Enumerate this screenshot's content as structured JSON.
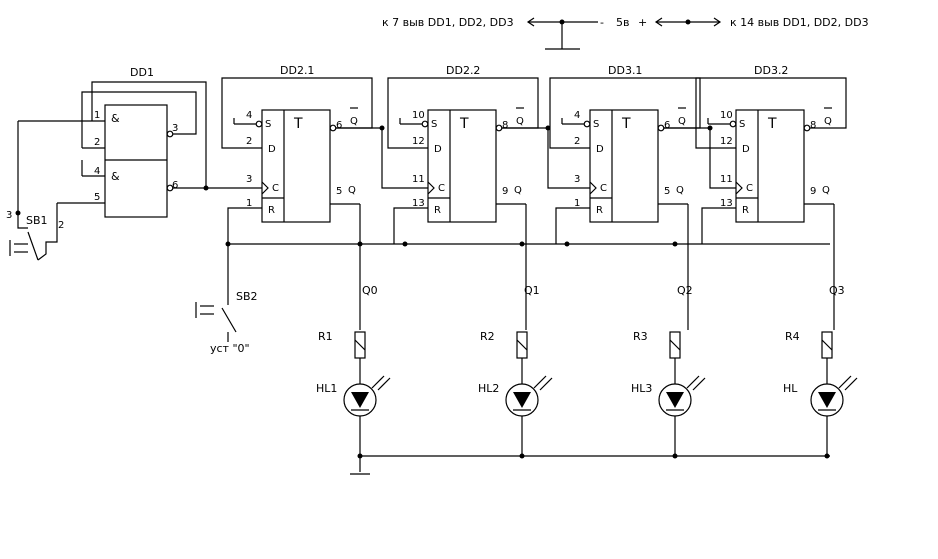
{
  "power": {
    "left_label": "к 7 выв DD1, DD2, DD3",
    "minus": "-",
    "voltage": "5в",
    "plus": "+",
    "right_label": "к 14 выв DD1, DD2, DD3"
  },
  "dd1": {
    "title": "DD1",
    "gate_symbol": "&",
    "gate1_pins": [
      "1",
      "2",
      "3"
    ],
    "gate2_pins": [
      "4",
      "5",
      "6"
    ]
  },
  "flipflop_labels": {
    "S": "S",
    "D": "D",
    "C": "C",
    "R": "R",
    "T": "T",
    "Q": "Q",
    "Qbar": "Q"
  },
  "flipflops": [
    {
      "name": "DD2.1",
      "pin_s": "4",
      "pin_d": "2",
      "pin_c": "3",
      "pin_r": "1",
      "pin_qbar": "6",
      "pin_q": "5"
    },
    {
      "name": "DD2.2",
      "pin_s": "10",
      "pin_d": "12",
      "pin_c": "11",
      "pin_r": "13",
      "pin_qbar": "8",
      "pin_q": "9"
    },
    {
      "name": "DD3.1",
      "pin_s": "4",
      "pin_d": "2",
      "pin_c": "3",
      "pin_r": "1",
      "pin_qbar": "6",
      "pin_q": "5"
    },
    {
      "name": "DD3.2",
      "pin_s": "10",
      "pin_d": "12",
      "pin_c": "11",
      "pin_r": "13",
      "pin_qbar": "8",
      "pin_q": "9"
    }
  ],
  "outputs": [
    {
      "q": "Q0",
      "resistor": "R1",
      "led": "HL1"
    },
    {
      "q": "Q1",
      "resistor": "R2",
      "led": "HL2"
    },
    {
      "q": "Q2",
      "resistor": "R3",
      "led": "HL3"
    },
    {
      "q": "Q3",
      "resistor": "R4",
      "led": "HL"
    }
  ],
  "sb1": {
    "label": "SB1",
    "pin_a": "3",
    "pin_b": "2"
  },
  "sb2": {
    "label": "SB2",
    "caption": "уст \"0\""
  }
}
